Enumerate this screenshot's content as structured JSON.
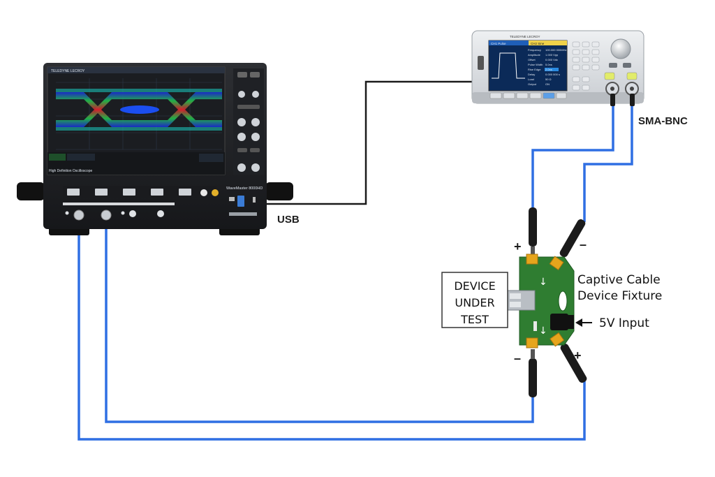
{
  "labels": {
    "usb": "USB",
    "sma_bnc": "SMA-BNC",
    "fixture_line1": "Captive Cable",
    "fixture_line2": "Device Fixture",
    "dut_line1": "DEVICE",
    "dut_line2": "UNDER",
    "dut_line3": "TEST",
    "input_5v": "5V Input",
    "plus": "+",
    "minus": "–"
  },
  "oscilloscope": {
    "brand": "TELEDYNE LECROY",
    "model": "WaveMaster 8000HD",
    "screen_caption": "High Definition Oscilloscope"
  },
  "generator": {
    "brand": "TELEDYNE LECROY",
    "ch1_label": "CH1 Pulse",
    "ch2_label": "CH2 Sine",
    "params": [
      "Frequency",
      "Amplitude",
      "Offset",
      "Pulse Width",
      "Rise Edge",
      "Delay",
      "Load",
      "Output"
    ],
    "values": [
      "100.000 000MHz",
      "1.000 Vpp",
      "0.000 Vdc",
      "5.0ns",
      "2.0ns",
      "0.000 000 s",
      "50 Ω",
      "ON"
    ]
  },
  "colors": {
    "cable_blue": "#2f6fe3",
    "usb_cable": "#1a1a1a",
    "fixture_green": "#2f7d31",
    "connector_gold": "#e6a51c"
  },
  "icons": [
    "usb-port-icon",
    "down-arrow-icon",
    "power-plug-icon",
    "knob-icon"
  ]
}
